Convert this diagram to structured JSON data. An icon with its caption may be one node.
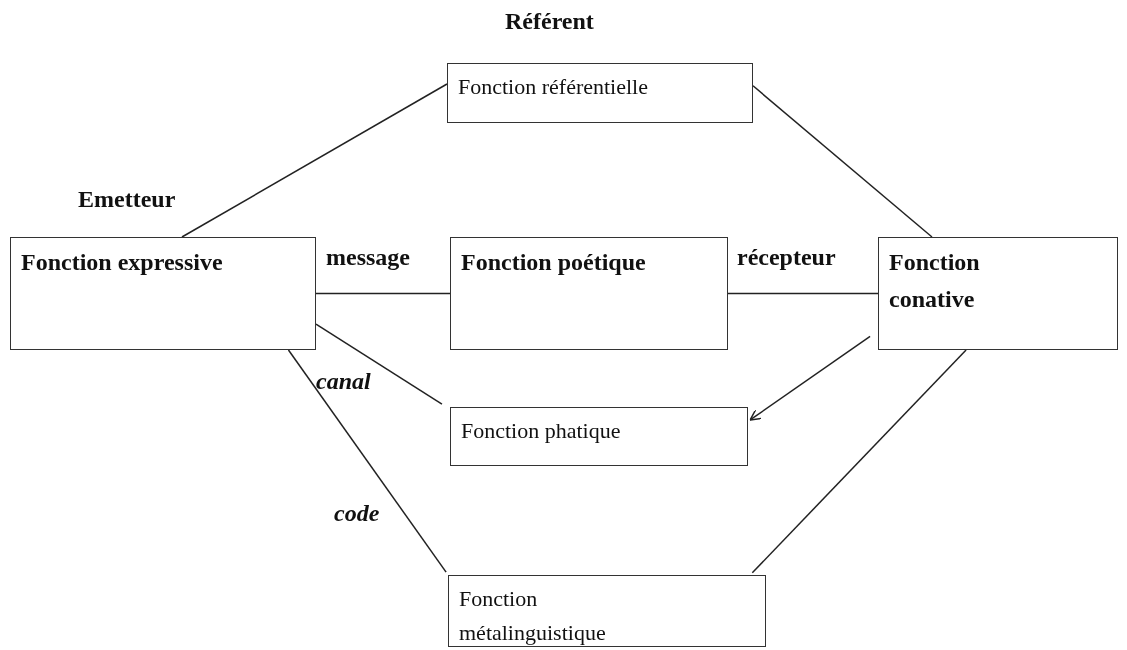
{
  "diagram": {
    "nodes": [
      {
        "text": [
          "Fonction référentielle"
        ],
        "beside": [
          "Référent"
        ]
      },
      {
        "text": [
          "Fonction expressive"
        ],
        "beside": [
          "Emetteur"
        ]
      },
      {
        "text": [
          "Fonction poétique"
        ]
      },
      {
        "text": [
          "Fonction conative"
        ]
      },
      {
        "text": [
          "Fonction phatique"
        ]
      },
      {
        "text": [
          "Fonction métalinguistique"
        ]
      }
    ],
    "edges": [
      {
        "from": 1,
        "to": 0,
        "arrow": "none"
      },
      {
        "from": 0,
        "to": 3,
        "arrow": "none"
      },
      {
        "from": 1,
        "to": 2,
        "arrow": "none",
        "label": "message"
      },
      {
        "from": 2,
        "to": 3,
        "arrow": "none",
        "label": "récepteur"
      },
      {
        "from": 1,
        "to": 4,
        "arrow": "none",
        "label": "canal"
      },
      {
        "from": 3,
        "to": 4,
        "arrow": "to"
      },
      {
        "from": 1,
        "to": 5,
        "arrow": "none",
        "label": "code"
      },
      {
        "from": 3,
        "to": 5,
        "arrow": "none"
      }
    ]
  }
}
